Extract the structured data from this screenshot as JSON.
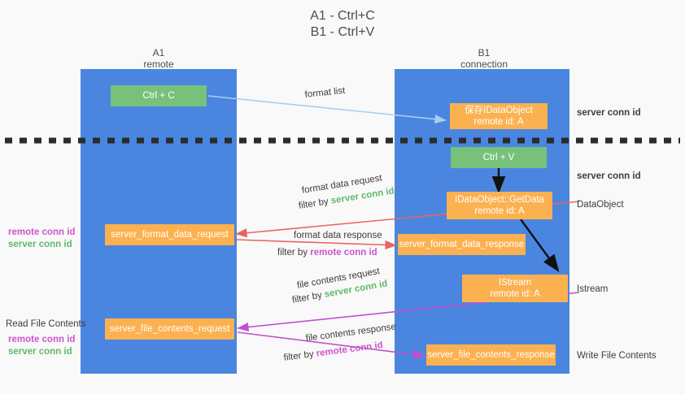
{
  "title": {
    "line1": "A1 - Ctrl+C",
    "line2": "B1 - Ctrl+V"
  },
  "columns": [
    {
      "id": "a1",
      "name": "A1",
      "sub": "remote"
    },
    {
      "id": "b1",
      "name": "B1",
      "sub": "connection"
    }
  ],
  "boxes": {
    "ctrl_c": "Ctrl + C",
    "ctrl_v": "Ctrl + V",
    "save_dataobject_l1": "保存IDataObject",
    "save_dataobject_l2": "remote id: A",
    "getdata_l1": "IDataObject::GetData",
    "getdata_l2": "remote id: A",
    "istream_l1": "IStream",
    "istream_l2": "remote id: A",
    "server_format_data_request": "server_format_data_request",
    "server_format_data_response": "server_format_data_response",
    "server_file_contents_request": "server_file_contents_request",
    "server_file_contents_response": "server_file_contents_response"
  },
  "edge_labels": {
    "format_list": "format list",
    "format_data_request": "format data request",
    "format_data_response": "format data response",
    "file_contents_request": "file contents request",
    "file_contents_response": "file contents response",
    "filter_by": "filter by ",
    "server_conn_id": "server conn id",
    "remote_conn_id": "remote conn id"
  },
  "right_labels": {
    "server_conn_id_top": "server conn id",
    "server_conn_id_mid": "server conn id",
    "dataobject": "DataObject",
    "istream": "Istream",
    "write_file_contents": "Write File Contents"
  },
  "left_labels": {
    "remote_conn_id_1": "remote conn id",
    "server_conn_id_1": "server conn id",
    "read_file_contents": "Read File Contents",
    "remote_conn_id_2": "remote conn id",
    "server_conn_id_2": "server conn id"
  },
  "colors": {
    "column_blue": "#4a86e0",
    "box_green": "#78c17b",
    "box_orange": "#fcb150",
    "accent_green": "#5fb96a",
    "accent_magenta": "#cc55cc",
    "arrow_red": "#e8655f",
    "arrow_magenta": "#c44fd0",
    "arrow_lightblue": "#a9cdf0",
    "arrow_black": "#111111",
    "background": "#f9f9f9"
  }
}
